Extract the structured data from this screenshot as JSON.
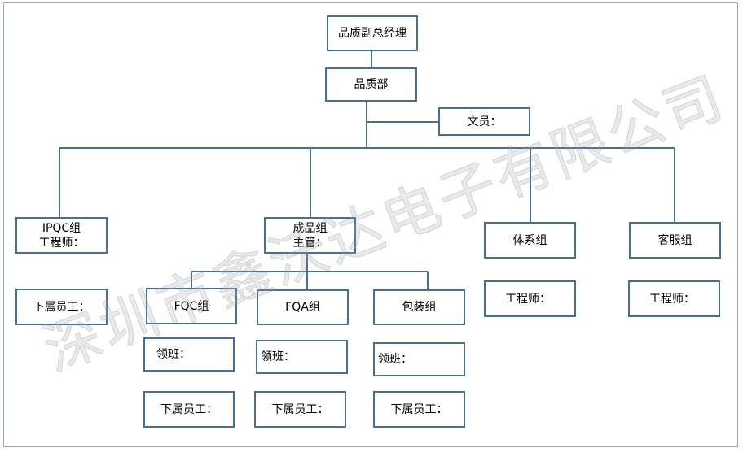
{
  "watermark": "深圳市鑫沃达电子有限公司",
  "colors": {
    "border": "#4a6f95",
    "line": "#4a6f95"
  },
  "nodes": {
    "vp": "品质副总经理",
    "dept": "品质部",
    "clerk": "文员：",
    "ipqc_line1": "IPQC组",
    "ipqc_line2": "工程师：",
    "ipqc_staff": "下属员工：",
    "fg_line1": "成品组",
    "fg_line2": "主管：",
    "fqc": "FQC组",
    "fqa": "FQA组",
    "pack": "包装组",
    "fqc_lead": "领班：",
    "fqa_lead": "领班：",
    "pack_lead": "领班：",
    "fqc_staff": "下属员工：",
    "fqa_staff": "下属员工：",
    "pack_staff": "下属员工：",
    "system": "体系组",
    "system_eng": "工程师：",
    "service": "客服组",
    "service_eng": "工程师："
  }
}
